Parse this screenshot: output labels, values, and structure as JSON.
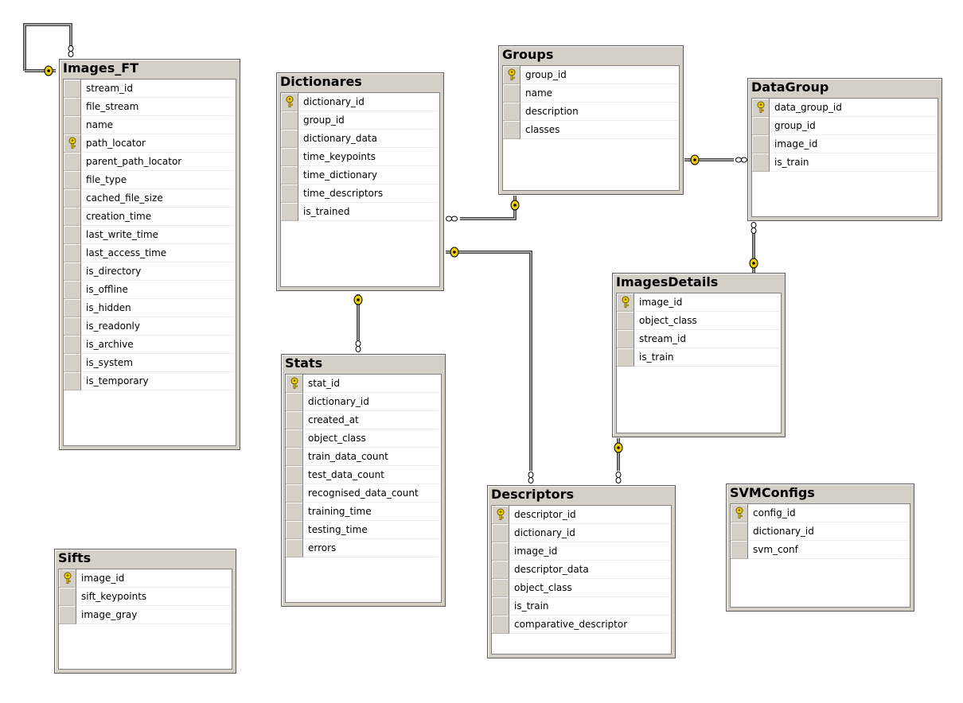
{
  "diagram": {
    "tables": {
      "images_ft": {
        "title": "Images_FT",
        "columns": [
          {
            "name": "stream_id",
            "pk": false
          },
          {
            "name": "file_stream",
            "pk": false
          },
          {
            "name": "name",
            "pk": false
          },
          {
            "name": "path_locator",
            "pk": true
          },
          {
            "name": "parent_path_locator",
            "pk": false
          },
          {
            "name": "file_type",
            "pk": false
          },
          {
            "name": "cached_file_size",
            "pk": false
          },
          {
            "name": "creation_time",
            "pk": false
          },
          {
            "name": "last_write_time",
            "pk": false
          },
          {
            "name": "last_access_time",
            "pk": false
          },
          {
            "name": "is_directory",
            "pk": false
          },
          {
            "name": "is_offline",
            "pk": false
          },
          {
            "name": "is_hidden",
            "pk": false
          },
          {
            "name": "is_readonly",
            "pk": false
          },
          {
            "name": "is_archive",
            "pk": false
          },
          {
            "name": "is_system",
            "pk": false
          },
          {
            "name": "is_temporary",
            "pk": false
          }
        ]
      },
      "dictionares": {
        "title": "Dictionares",
        "columns": [
          {
            "name": "dictionary_id",
            "pk": true
          },
          {
            "name": "group_id",
            "pk": false
          },
          {
            "name": "dictionary_data",
            "pk": false
          },
          {
            "name": "time_keypoints",
            "pk": false
          },
          {
            "name": "time_dictionary",
            "pk": false
          },
          {
            "name": "time_descriptors",
            "pk": false
          },
          {
            "name": "is_trained",
            "pk": false
          }
        ]
      },
      "groups": {
        "title": "Groups",
        "columns": [
          {
            "name": "group_id",
            "pk": true
          },
          {
            "name": "name",
            "pk": false
          },
          {
            "name": "description",
            "pk": false
          },
          {
            "name": "classes",
            "pk": false
          }
        ]
      },
      "datagroup": {
        "title": "DataGroup",
        "columns": [
          {
            "name": "data_group_id",
            "pk": true
          },
          {
            "name": "group_id",
            "pk": false
          },
          {
            "name": "image_id",
            "pk": false
          },
          {
            "name": "is_train",
            "pk": false
          }
        ]
      },
      "imagesdetails": {
        "title": "ImagesDetails",
        "columns": [
          {
            "name": "image_id",
            "pk": true
          },
          {
            "name": "object_class",
            "pk": false
          },
          {
            "name": "stream_id",
            "pk": false
          },
          {
            "name": "is_train",
            "pk": false
          }
        ]
      },
      "stats": {
        "title": "Stats",
        "columns": [
          {
            "name": "stat_id",
            "pk": true
          },
          {
            "name": "dictionary_id",
            "pk": false
          },
          {
            "name": "created_at",
            "pk": false
          },
          {
            "name": "object_class",
            "pk": false
          },
          {
            "name": "train_data_count",
            "pk": false
          },
          {
            "name": "test_data_count",
            "pk": false
          },
          {
            "name": "recognised_data_count",
            "pk": false
          },
          {
            "name": "training_time",
            "pk": false
          },
          {
            "name": "testing_time",
            "pk": false
          },
          {
            "name": "errors",
            "pk": false
          }
        ]
      },
      "descriptors": {
        "title": "Descriptors",
        "columns": [
          {
            "name": "descriptor_id",
            "pk": true
          },
          {
            "name": "dictionary_id",
            "pk": false
          },
          {
            "name": "image_id",
            "pk": false
          },
          {
            "name": "descriptor_data",
            "pk": false
          },
          {
            "name": "object_class",
            "pk": false
          },
          {
            "name": "is_train",
            "pk": false
          },
          {
            "name": "comparative_descriptor",
            "pk": false
          }
        ]
      },
      "sifts": {
        "title": "Sifts",
        "columns": [
          {
            "name": "image_id",
            "pk": true
          },
          {
            "name": "sift_keypoints",
            "pk": false
          },
          {
            "name": "image_gray",
            "pk": false
          }
        ]
      },
      "svmconfigs": {
        "title": "SVMConfigs",
        "columns": [
          {
            "name": "config_id",
            "pk": true
          },
          {
            "name": "dictionary_id",
            "pk": false
          },
          {
            "name": "svm_conf",
            "pk": false
          }
        ]
      }
    },
    "relationships": [
      {
        "from": "images_ft",
        "to": "images_ft"
      },
      {
        "from": "groups",
        "to": "dictionares"
      },
      {
        "from": "groups",
        "to": "datagroup"
      },
      {
        "from": "dictionares",
        "to": "stats"
      },
      {
        "from": "dictionares",
        "to": "descriptors"
      },
      {
        "from": "imagesdetails",
        "to": "datagroup"
      },
      {
        "from": "imagesdetails",
        "to": "descriptors"
      }
    ],
    "colors": {
      "title_bar": "#d4d0c8",
      "border": "#5a5a5a",
      "key_icon": "#f0d000",
      "connector": "#000000"
    },
    "icons": {
      "primary_key": "key-icon",
      "one_end": "key-end-icon",
      "many_end": "infinity-end-icon"
    }
  }
}
